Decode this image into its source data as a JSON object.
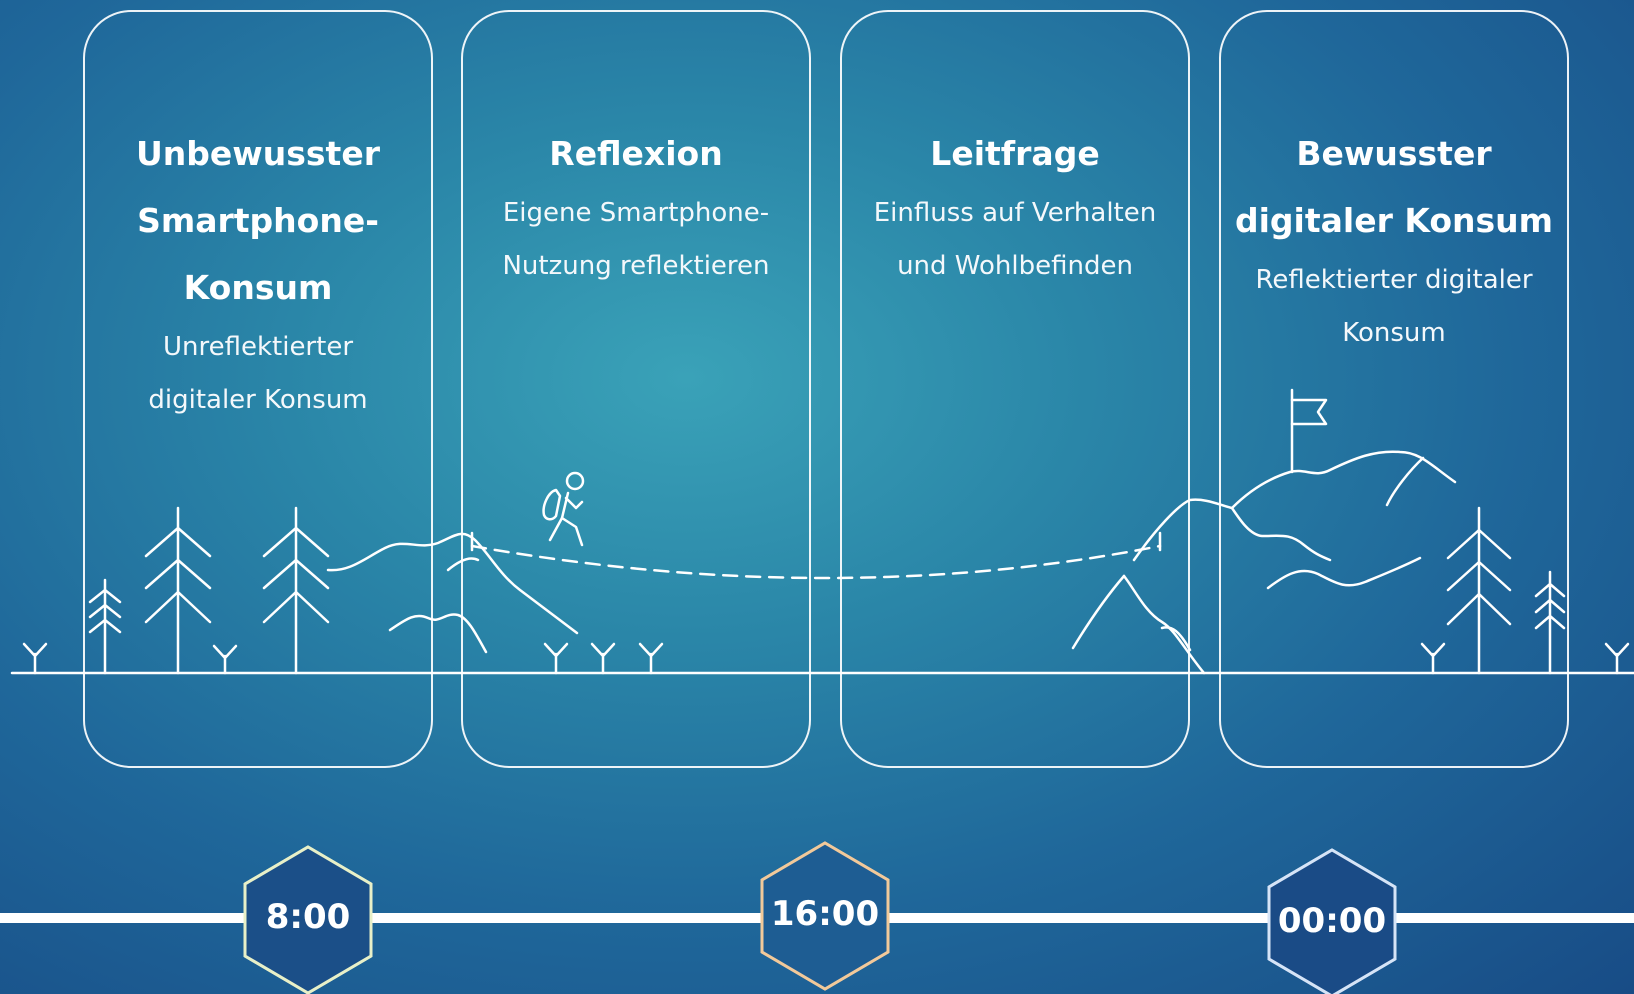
{
  "panels": [
    {
      "title_lines": [
        "Unbewusster",
        "Smartphone-",
        "Konsum"
      ],
      "subtitle_lines": [
        "Unreflektierter",
        "digitaler Konsum"
      ]
    },
    {
      "title_lines": [
        "Reflexion"
      ],
      "subtitle_lines": [
        "Eigene Smartphone-",
        "Nutzung reflektieren"
      ]
    },
    {
      "title_lines": [
        "Leitfrage"
      ],
      "subtitle_lines": [
        "Einfluss auf Verhalten",
        "und Wohlbefinden"
      ]
    },
    {
      "title_lines": [
        "Bewusster",
        "digitaler Konsum"
      ],
      "subtitle_lines": [
        "Reflektierter digitaler",
        "Konsum"
      ]
    }
  ],
  "timeline": {
    "markers": [
      {
        "label": "8:00",
        "border_color": "#e8f0c8"
      },
      {
        "label": "16:00",
        "border_color": "#f2c99a"
      },
      {
        "label": "00:00",
        "border_color": "#d6e4f7"
      }
    ]
  },
  "illustration": {
    "elements": [
      "ground-line",
      "pine-trees",
      "hills",
      "hiker",
      "dashed-rope-bridge",
      "mountain-summit",
      "summit-flag",
      "grass-sprouts"
    ]
  }
}
